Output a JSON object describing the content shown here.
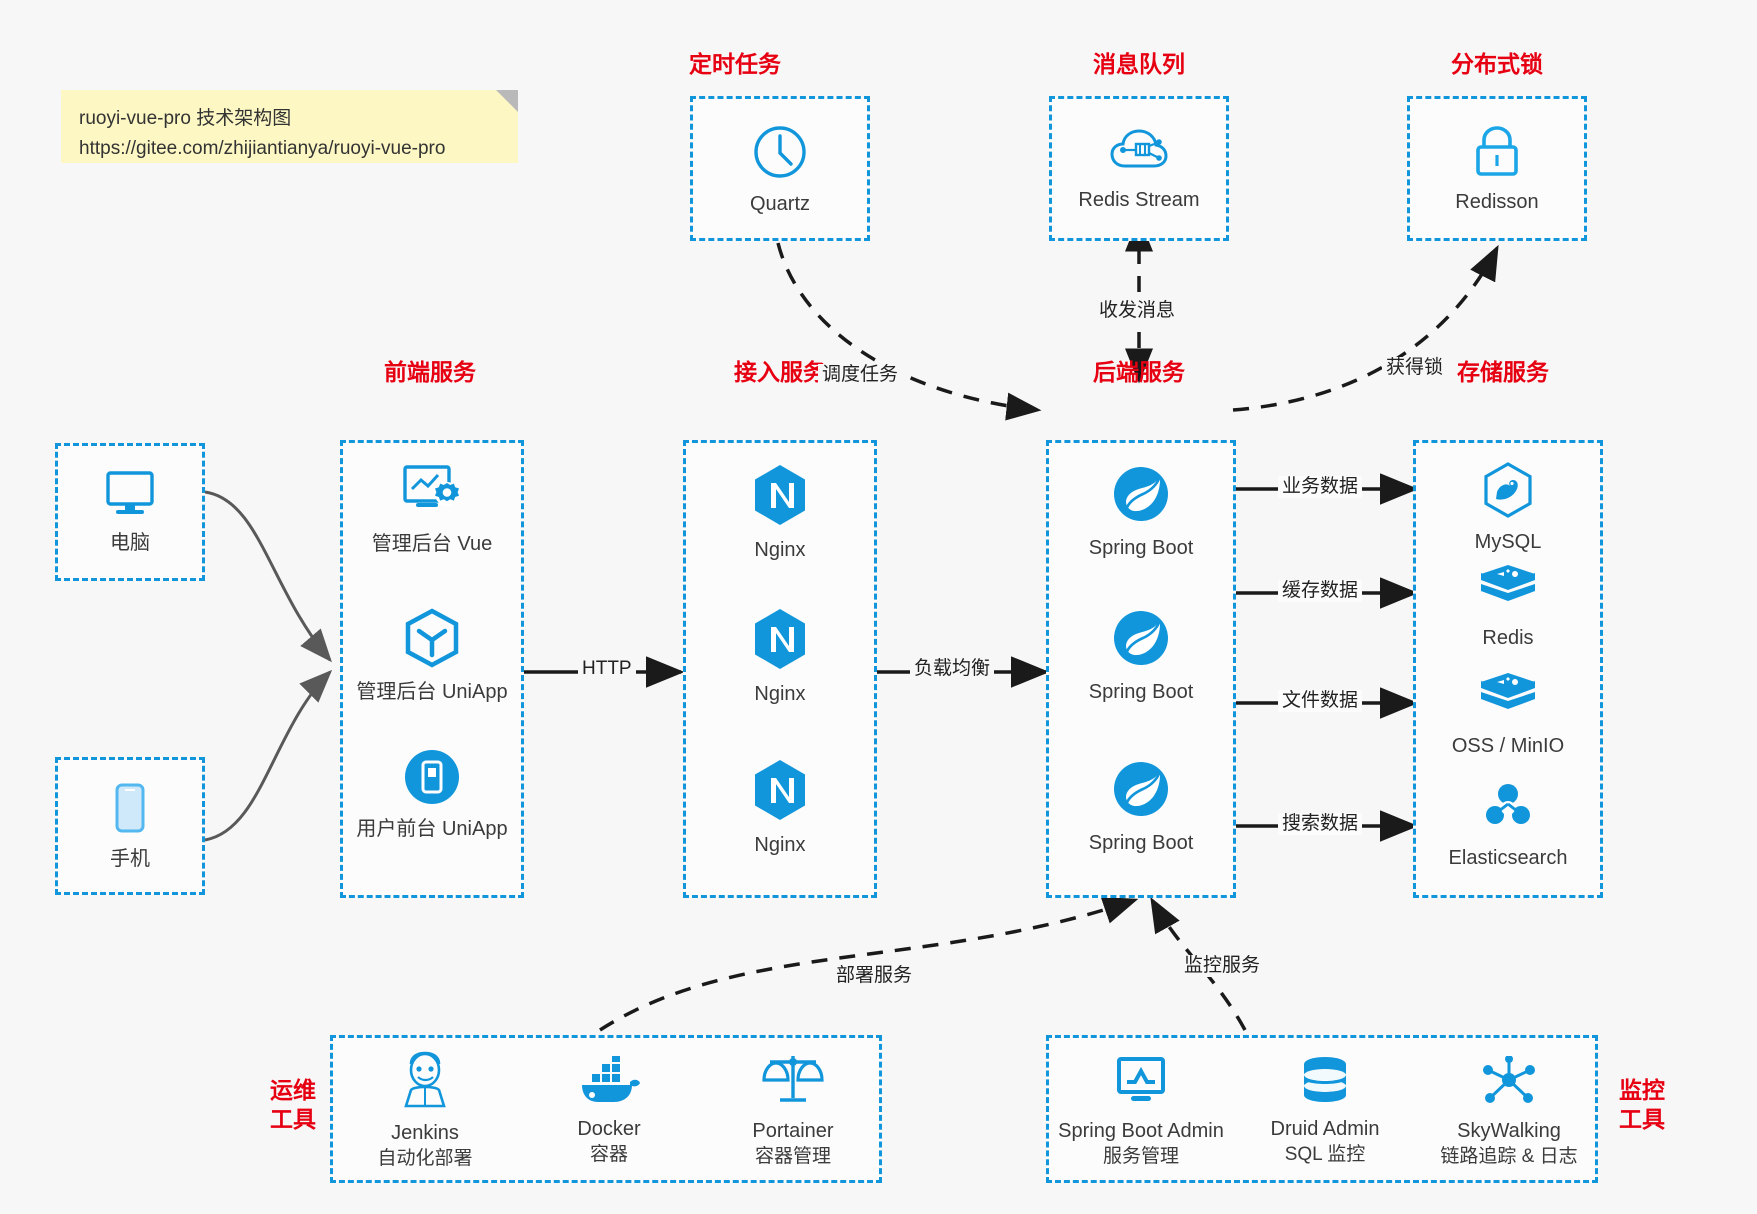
{
  "note": {
    "line1": "ruoyi-vue-pro 技术架构图",
    "line2": "https://gitee.com/zhijiantianya/ruoyi-vue-pro"
  },
  "colors": {
    "accent": "#1296db",
    "title_red": "#e60012",
    "text": "#3b3b3b",
    "note_bg": "#fcf7c3",
    "canvas": "#f7f7f7"
  },
  "groups": {
    "scheduler": {
      "title": "定时任务",
      "nodes": [
        {
          "label": "Quartz",
          "icon": "clock-icon"
        }
      ]
    },
    "mq": {
      "title": "消息队列",
      "nodes": [
        {
          "label": "Redis Stream",
          "icon": "cloud-stream-icon"
        }
      ]
    },
    "lock": {
      "title": "分布式锁",
      "nodes": [
        {
          "label": "Redisson",
          "icon": "lock-icon"
        }
      ]
    },
    "clients": {
      "pc": {
        "label": "电脑",
        "icon": "desktop-icon"
      },
      "mobile": {
        "label": "手机",
        "icon": "phone-icon"
      }
    },
    "frontend": {
      "title": "前端服务",
      "nodes": [
        {
          "label": "管理后台 Vue",
          "icon": "dashboard-icon"
        },
        {
          "label": "管理后台 UniApp",
          "icon": "cube-icon"
        },
        {
          "label": "用户前台 UniApp",
          "icon": "mobile-app-icon"
        }
      ]
    },
    "gateway": {
      "title": "接入服务",
      "nodes": [
        {
          "label": "Nginx",
          "icon": "nginx-icon"
        },
        {
          "label": "Nginx",
          "icon": "nginx-icon"
        },
        {
          "label": "Nginx",
          "icon": "nginx-icon"
        }
      ]
    },
    "backend": {
      "title": "后端服务",
      "nodes": [
        {
          "label": "Spring Boot",
          "icon": "spring-icon"
        },
        {
          "label": "Spring Boot",
          "icon": "spring-icon"
        },
        {
          "label": "Spring Boot",
          "icon": "spring-icon"
        }
      ]
    },
    "storage": {
      "title": "存储服务",
      "nodes": [
        {
          "label": "MySQL",
          "icon": "mysql-icon"
        },
        {
          "label": "Redis",
          "icon": "redis-icon"
        },
        {
          "label": "OSS / MinIO",
          "icon": "redis-icon"
        },
        {
          "label": "Elasticsearch",
          "icon": "elasticsearch-icon"
        }
      ]
    },
    "devops": {
      "title_line1": "运维",
      "title_line2": "工具",
      "nodes": [
        {
          "label": "Jenkins",
          "sub": "自动化部署",
          "icon": "jenkins-icon"
        },
        {
          "label": "Docker",
          "sub": "容器",
          "icon": "docker-icon"
        },
        {
          "label": "Portainer",
          "sub": "容器管理",
          "icon": "scales-icon"
        }
      ]
    },
    "monitor": {
      "title_line1": "监控",
      "title_line2": "工具",
      "nodes": [
        {
          "label": "Spring Boot Admin",
          "sub": "服务管理",
          "icon": "monitor-icon"
        },
        {
          "label": "Druid Admin",
          "sub": "SQL 监控",
          "icon": "database-icon"
        },
        {
          "label": "SkyWalking",
          "sub": "链路追踪 & 日志",
          "icon": "network-icon"
        }
      ]
    }
  },
  "edges": {
    "http": "HTTP",
    "load_balance": "负载均衡",
    "schedule_task": "调度任务",
    "send_receive_msg": "收发消息",
    "acquire_lock": "获得锁",
    "business_data": "业务数据",
    "cache_data": "缓存数据",
    "file_data": "文件数据",
    "search_data": "搜索数据",
    "deploy_service": "部署服务",
    "monitor_service": "监控服务"
  }
}
